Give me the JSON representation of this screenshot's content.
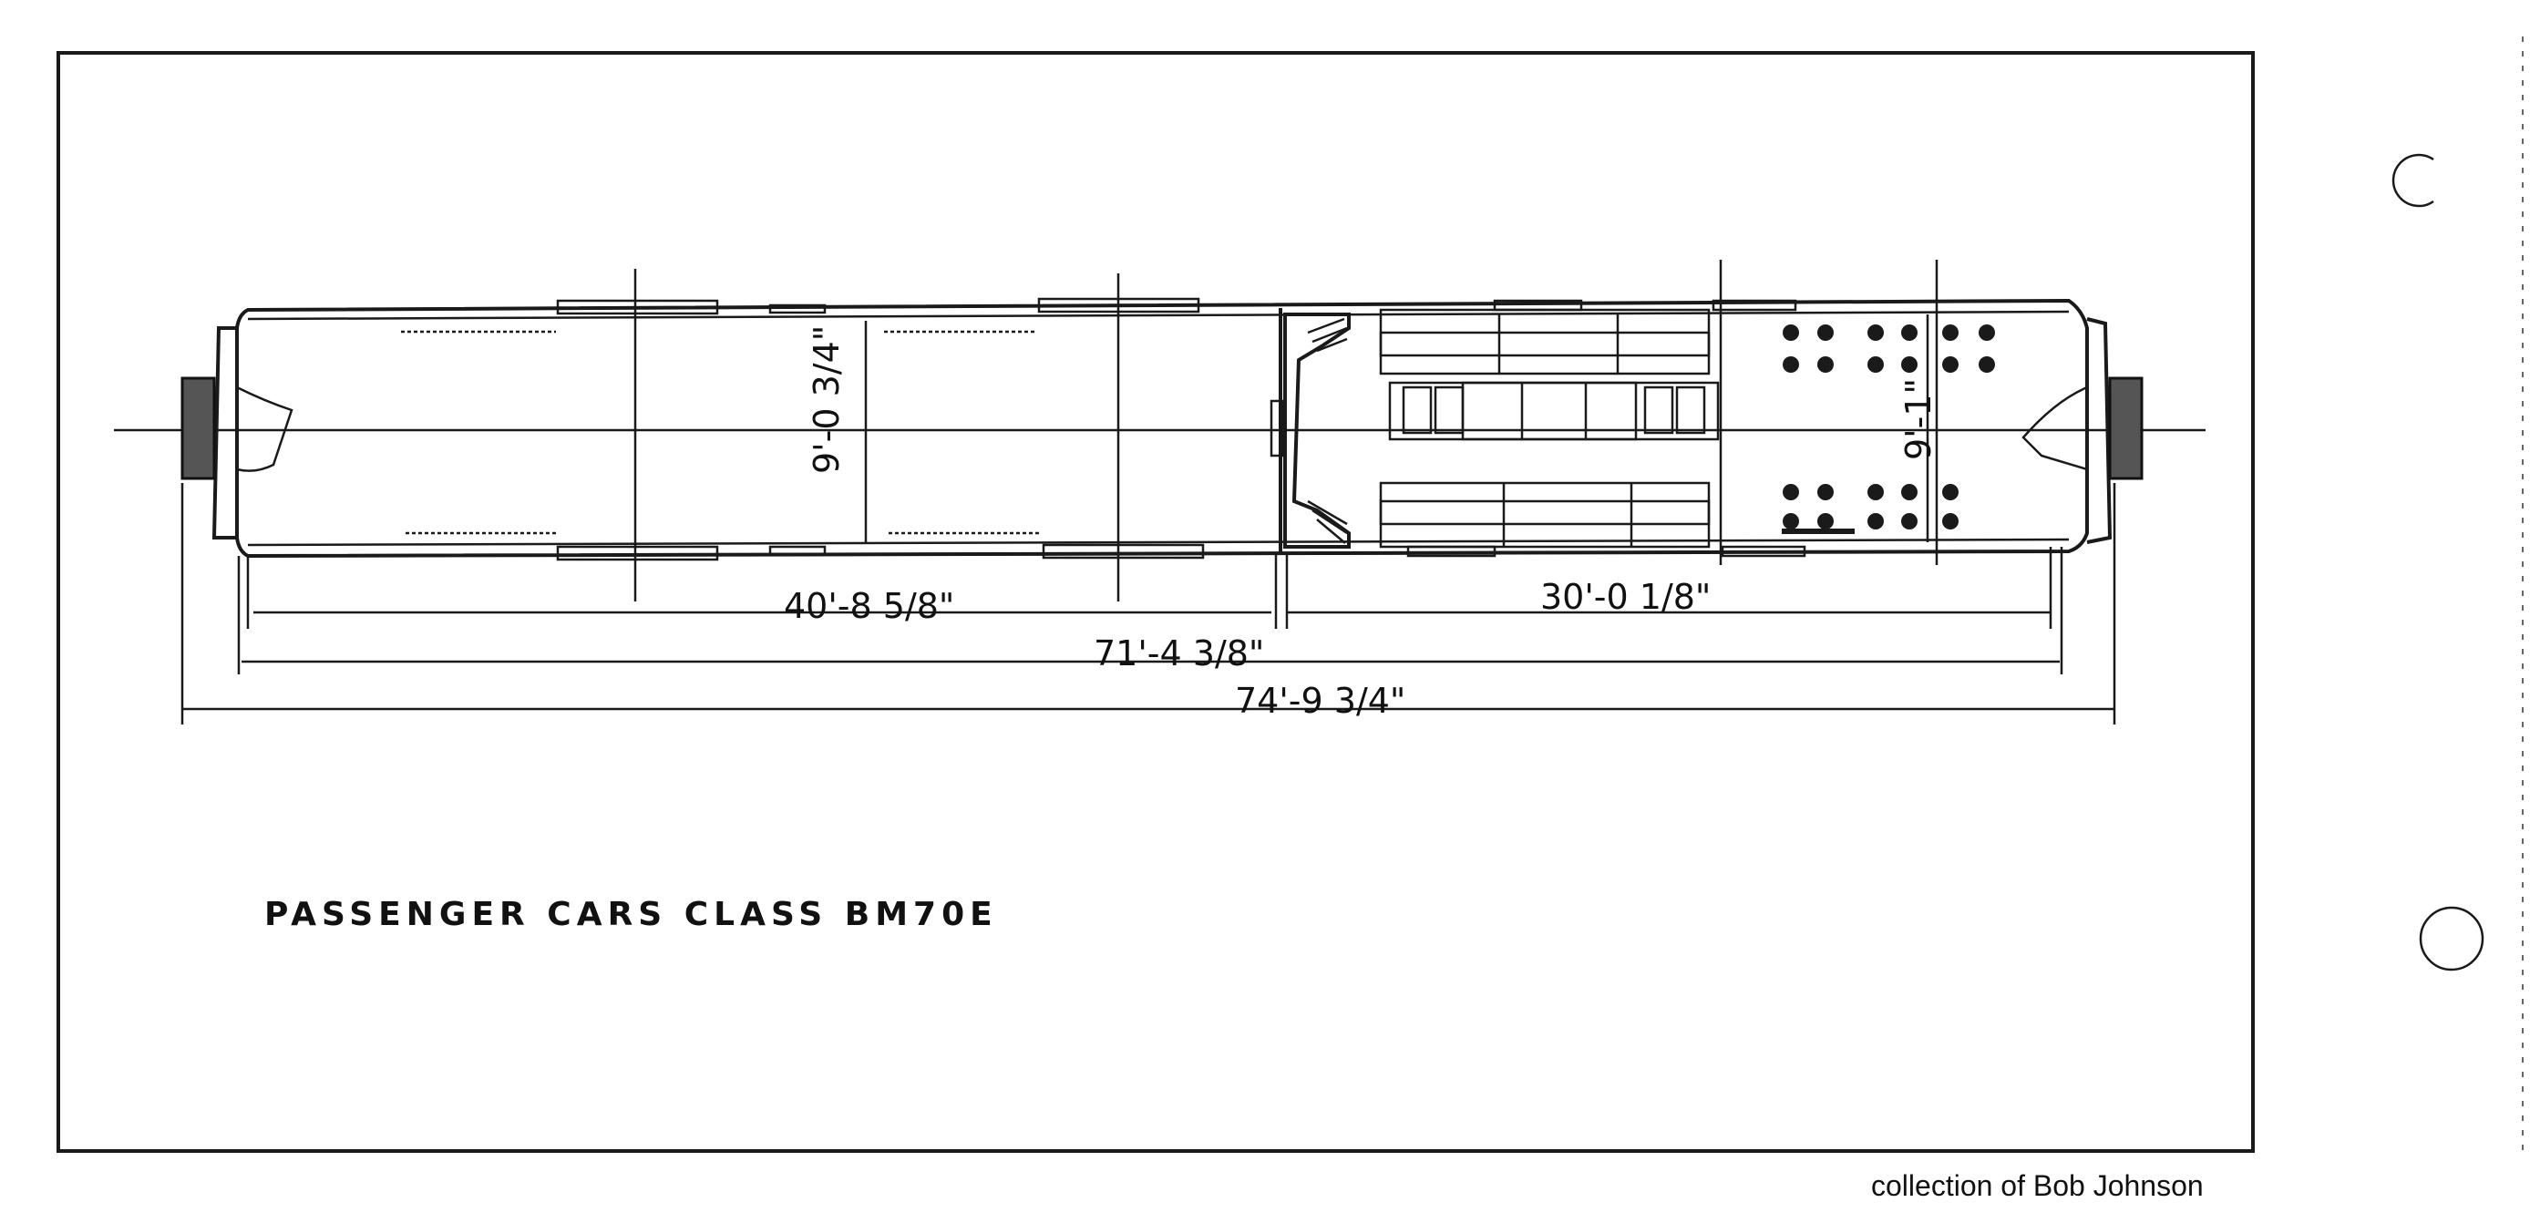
{
  "drawing": {
    "title": "PASSENGER CARS CLASS BM70E",
    "credit": "collection of Bob Johnson"
  },
  "dimensions": {
    "width_left": "9'-0 3/4\"",
    "width_right": "9'-1\"",
    "section_left": "40'-8 5/8\"",
    "section_right": "30'-0 1/8\"",
    "over_bodies": "71'-4 3/8\"",
    "over_couplers": "74'-9 3/4\""
  },
  "colors": {
    "ink": "#1a1a1a",
    "paper": "#ffffff"
  }
}
